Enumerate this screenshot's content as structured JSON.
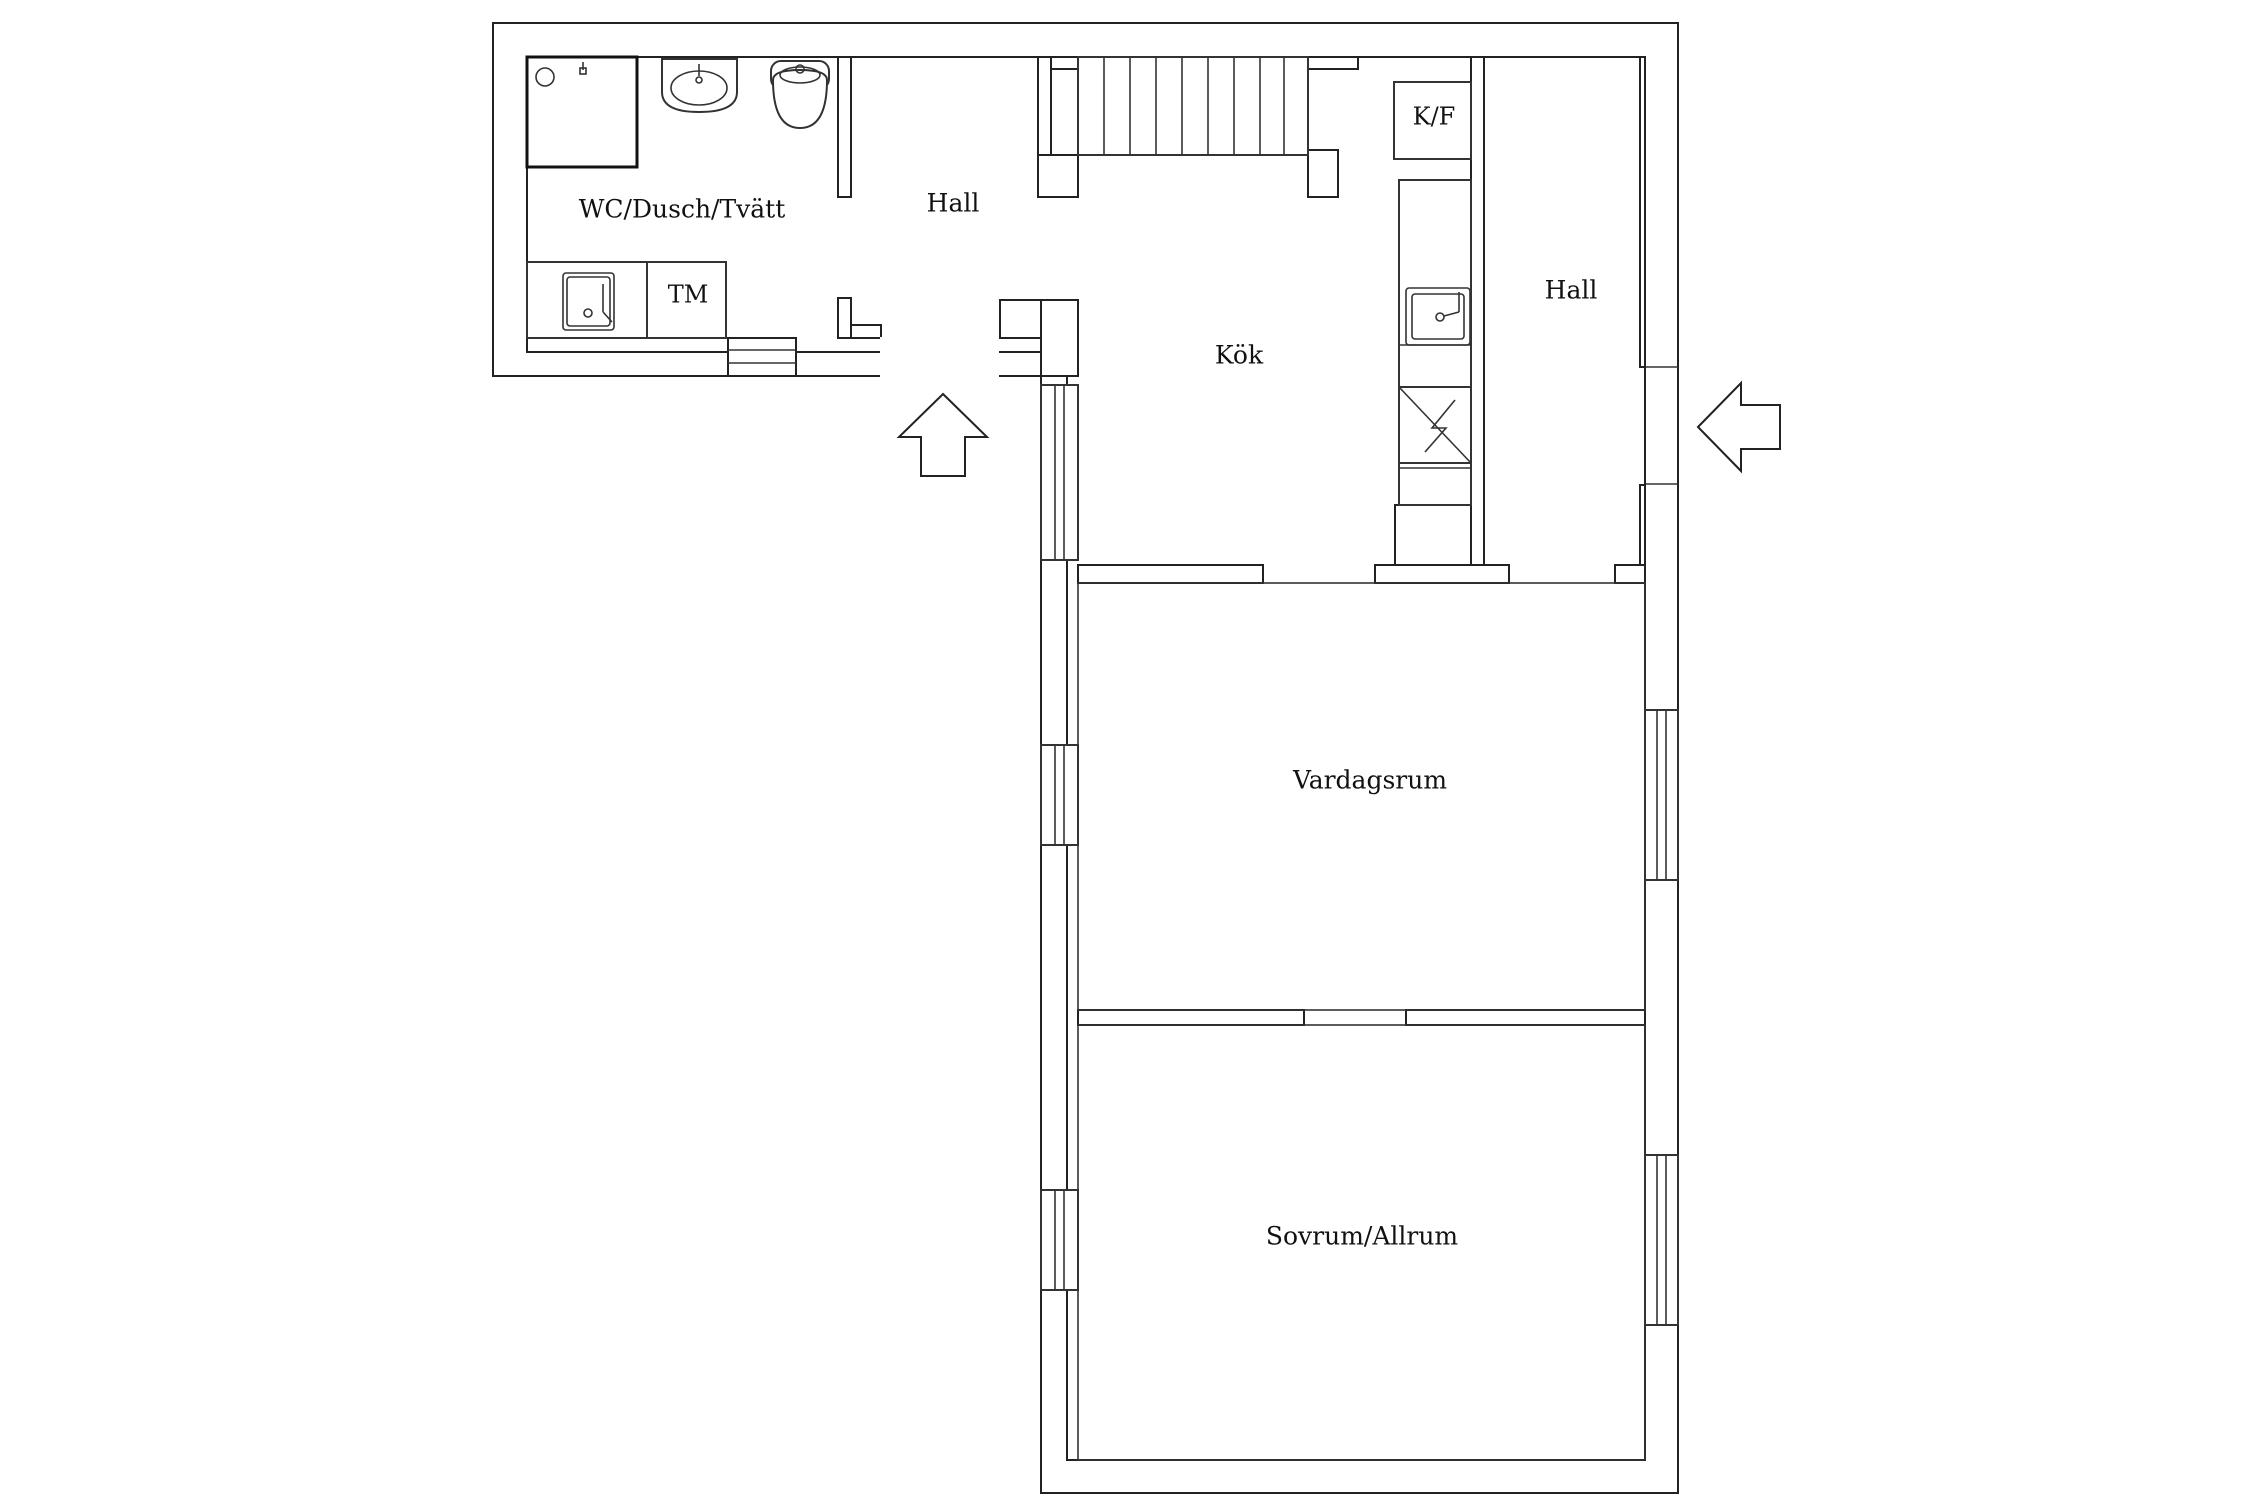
{
  "plan": {
    "rooms": {
      "wc": "WC/Dusch/Tvätt",
      "hall_upper": "Hall",
      "tm": "TM",
      "kf": "K/F",
      "kok": "Kök",
      "hall_right": "Hall",
      "vardagsrum": "Vardagsrum",
      "sovrum": "Sovrum/Allrum"
    },
    "icons": {
      "entrance_bottom": "entrance-arrow-up-icon",
      "entrance_right": "entrance-arrow-left-icon",
      "shower": "shower-icon",
      "washbasin": "washbasin-icon",
      "toilet": "toilet-icon",
      "utility_sink": "sink-icon",
      "kitchen_sink": "sink-icon",
      "stove": "stove-icon",
      "stairs": "stairs-icon"
    }
  }
}
